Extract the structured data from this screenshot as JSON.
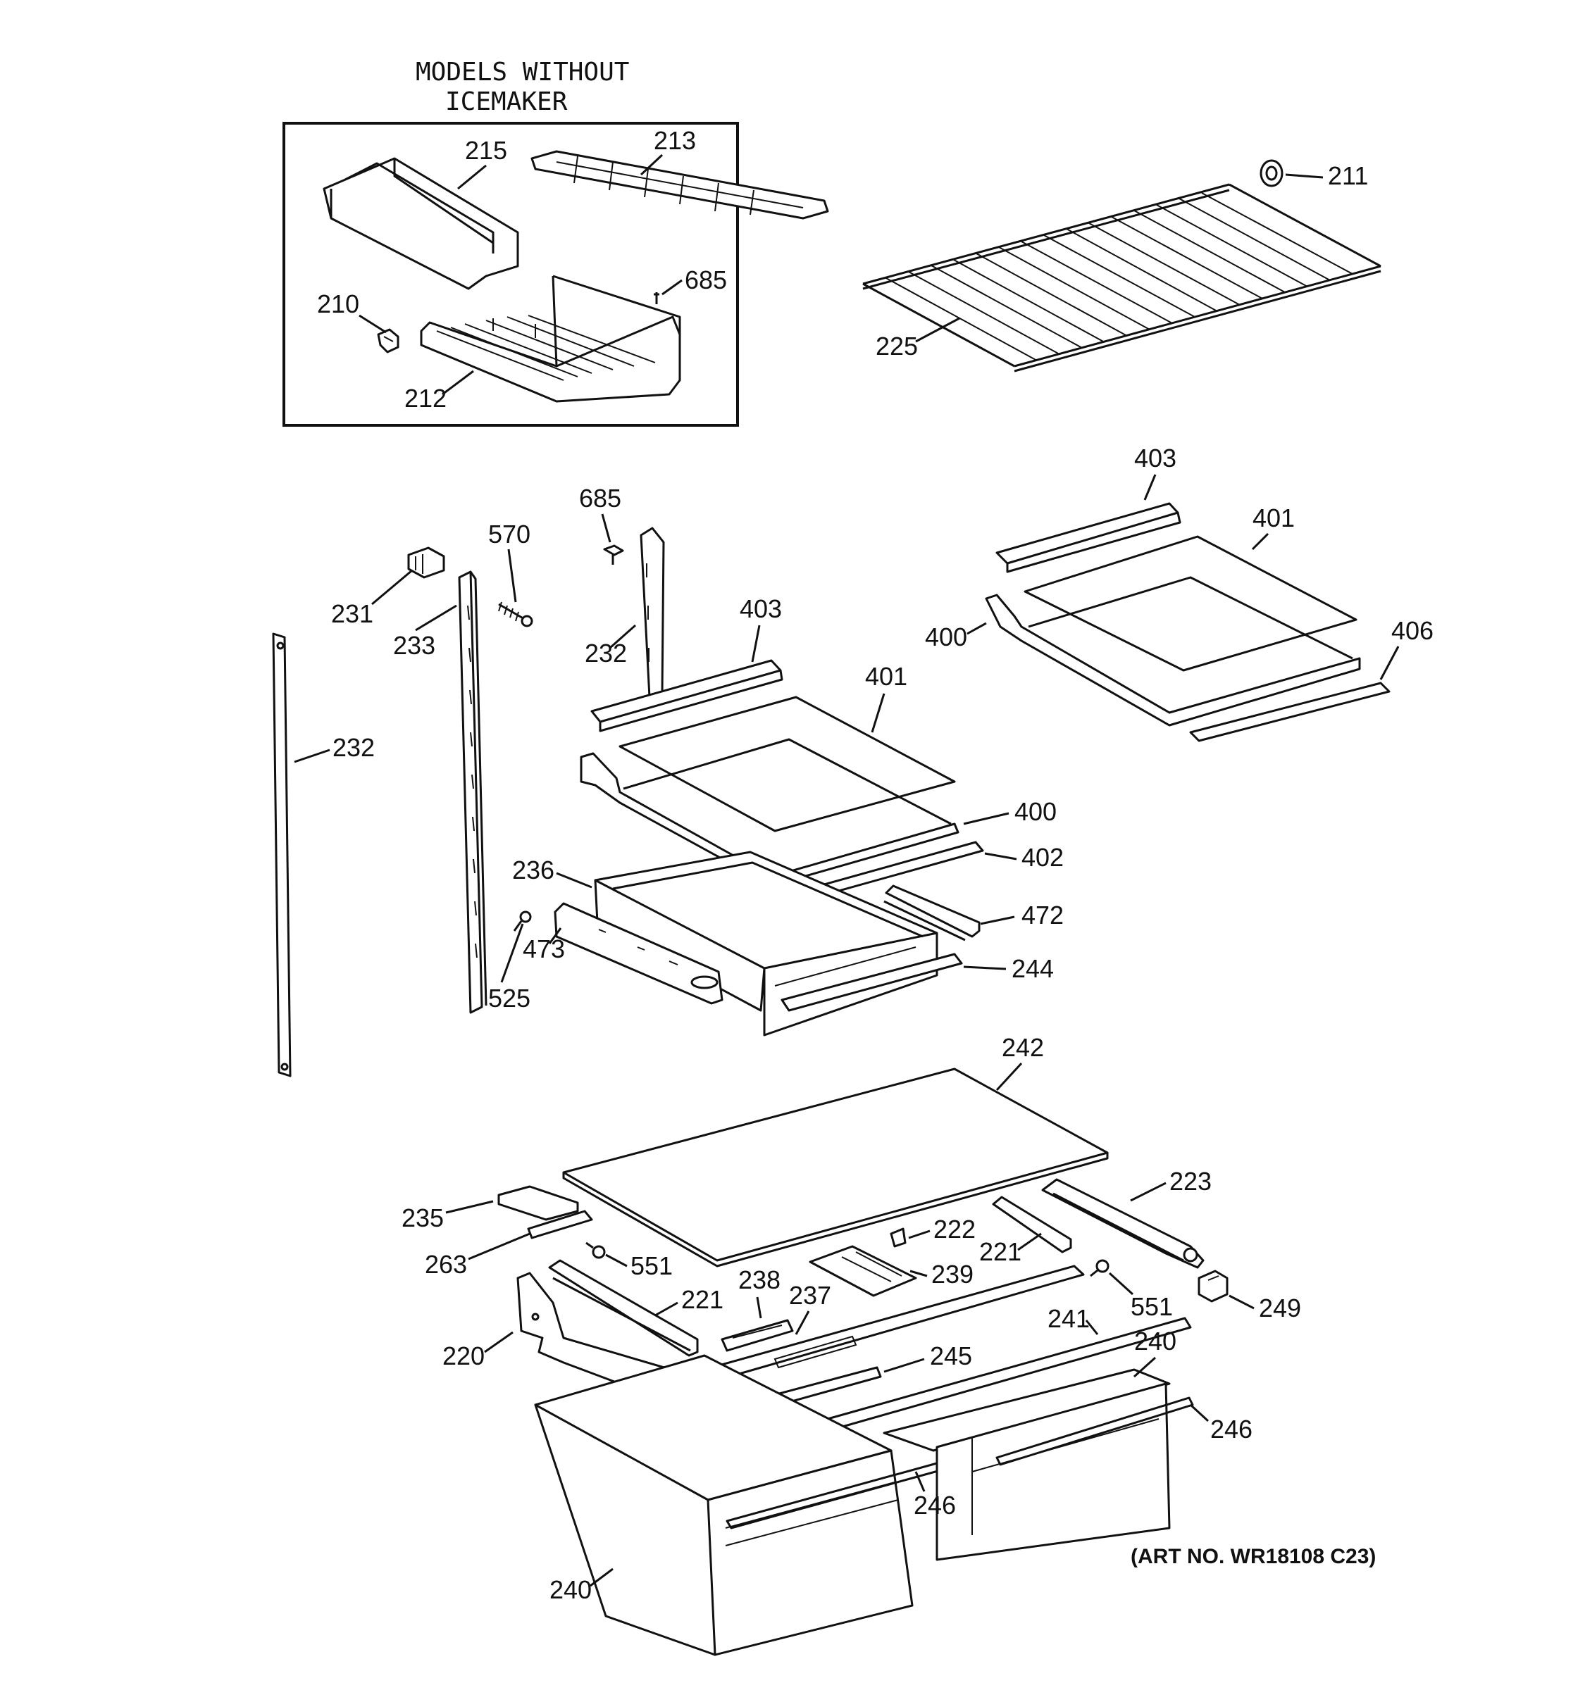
{
  "inset": {
    "title_line1": "MODELS WITHOUT",
    "title_line2": "ICEMAKER"
  },
  "labels": {
    "l215": "215",
    "l213": "213",
    "l685a": "685",
    "l210": "210",
    "l212": "212",
    "l211": "211",
    "l225": "225",
    "l403a": "403",
    "l401a": "401",
    "l400a": "400",
    "l406": "406",
    "l685b": "685",
    "l570": "570",
    "l231": "231",
    "l233": "233",
    "l232a": "232",
    "l232b": "232",
    "l403b": "403",
    "l401b": "401",
    "l400b": "400",
    "l402": "402",
    "l236": "236",
    "l472": "472",
    "l473": "473",
    "l525": "525",
    "l244": "244",
    "l242": "242",
    "l223": "223",
    "l235": "235",
    "l263": "263",
    "l222": "222",
    "l221a": "221",
    "l551a": "551",
    "l239": "239",
    "l221b": "221",
    "l551b": "551",
    "l249": "249",
    "l238": "238",
    "l237": "237",
    "l241": "241",
    "l220": "220",
    "l245": "245",
    "l240a": "240",
    "l246a": "246",
    "l246b": "246",
    "l240b": "240"
  },
  "footer": {
    "art_number": "(ART NO. WR18108 C23)"
  }
}
